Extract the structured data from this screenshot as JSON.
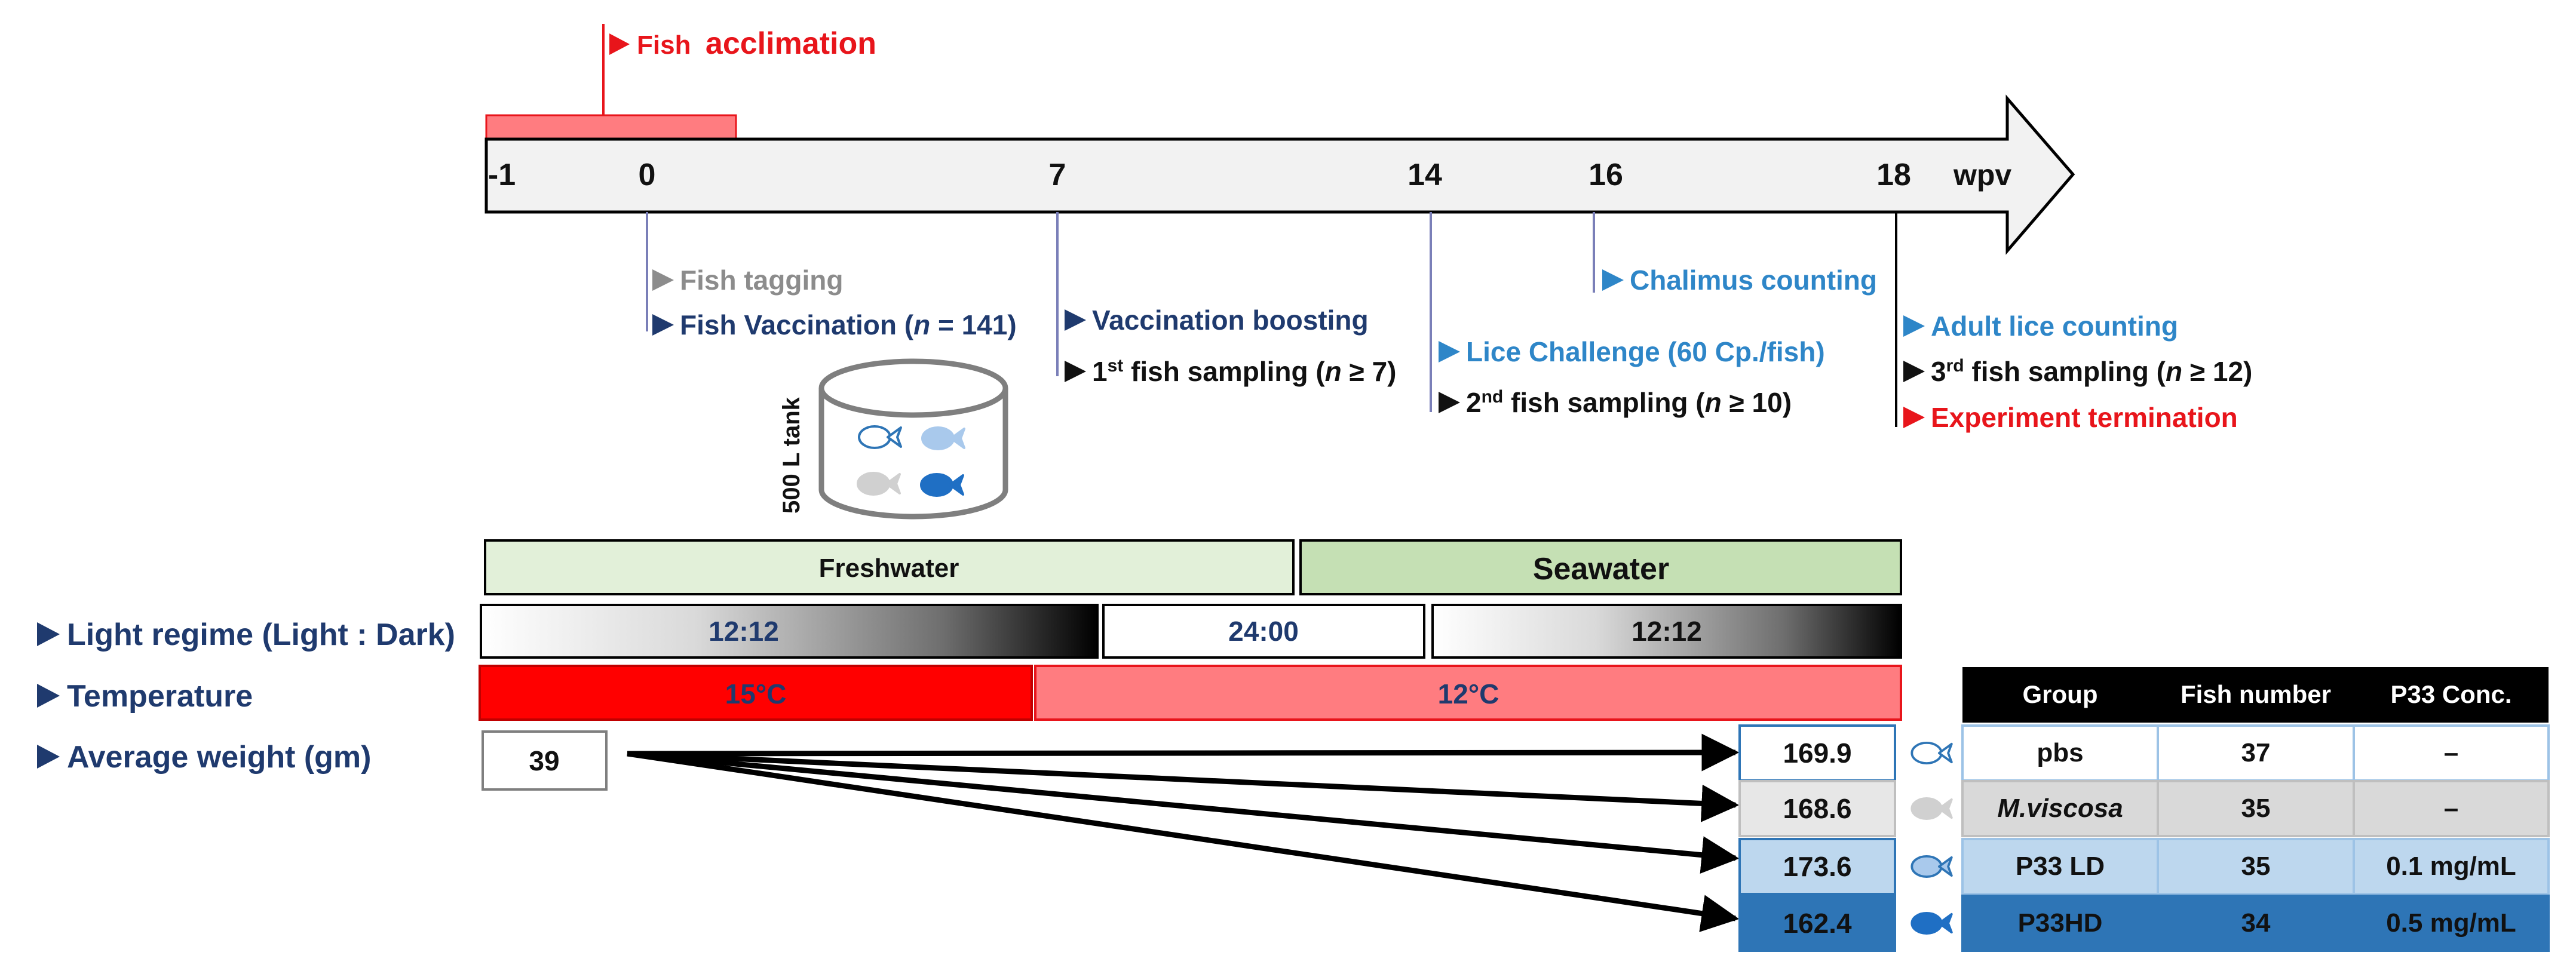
{
  "acclimation": {
    "label_prefix": "Fish",
    "label_main": "acclimation"
  },
  "axis": {
    "ticks": [
      "-1",
      "0",
      "7",
      "14",
      "16",
      "18"
    ],
    "unit": "wpv"
  },
  "events": {
    "week0": [
      {
        "text": "Fish tagging",
        "color": "#8c8c8c"
      },
      {
        "text": "Fish Vaccination (",
        "italic": "n",
        "after": " = 141)",
        "color": "#1f3a6e"
      }
    ],
    "week7": [
      {
        "text": "Vaccination boosting",
        "color": "#1f3a6e"
      },
      {
        "text": "1",
        "sup": "st",
        "after": " fish sampling (",
        "italic": "n",
        "after2": " ≥ 7)",
        "color": "#111111"
      }
    ],
    "week14": [
      {
        "text": "Lice Challenge (60 Cp./fish)",
        "color": "#2e86c8"
      },
      {
        "text": "2",
        "sup": "nd",
        "after": " fish sampling (",
        "italic": "n",
        "after2": " ≥ 10)",
        "color": "#111111"
      }
    ],
    "week16": [
      {
        "text": "Chalimus counting",
        "color": "#2e86c8"
      }
    ],
    "week18": [
      {
        "text": "Adult lice counting",
        "color": "#2e86c8"
      },
      {
        "text": "3",
        "sup": "rd",
        "after": " fish sampling (",
        "italic": "n",
        "after2": " ≥ 12)",
        "color": "#111111"
      },
      {
        "text": "Experiment termination",
        "color": "#e8151b"
      }
    ]
  },
  "tank": {
    "label": "500 L tank"
  },
  "water": {
    "fresh": "Freshwater",
    "sea": "Seawater"
  },
  "rows": {
    "light": {
      "label": "Light regime (Light : Dark)",
      "segments": [
        "12:12",
        "24:00",
        "12:12"
      ]
    },
    "temperature": {
      "label": "Temperature",
      "segments": [
        "15°C",
        "12°C"
      ]
    },
    "weight": {
      "label": "Average weight (gm)",
      "start": "39"
    }
  },
  "final_weights": [
    "169.9",
    "168.6",
    "173.6",
    "162.4"
  ],
  "table": {
    "headers": [
      "Group",
      "Fish number",
      "P33 Conc."
    ],
    "rows": [
      {
        "group": "pbs",
        "italic": false,
        "number": "37",
        "conc": "–",
        "fill": "#ffffff",
        "icon": "outline-fish-icon"
      },
      {
        "group": "M.viscosa",
        "italic": true,
        "number": "35",
        "conc": "–",
        "fill": "#d9d9d9",
        "icon": "grey-fish-icon"
      },
      {
        "group": "P33 LD",
        "italic": false,
        "number": "35",
        "conc": "0.1 mg/mL",
        "fill": "#bdd7ee",
        "icon": "light-blue-fish-icon"
      },
      {
        "group": "P33HD",
        "italic": false,
        "number": "34",
        "conc": "0.5 mg/mL",
        "fill": "#2e75b6",
        "icon": "dark-blue-fish-icon"
      }
    ]
  },
  "colors": {
    "red": "#e8151b",
    "pink": "#ff7c80",
    "navy": "#1f3a6e",
    "blue": "#2e86c8",
    "grey": "#8c8c8c",
    "fresh_fill": "#e2f0d9",
    "sea_fill": "#c5e0b4"
  }
}
